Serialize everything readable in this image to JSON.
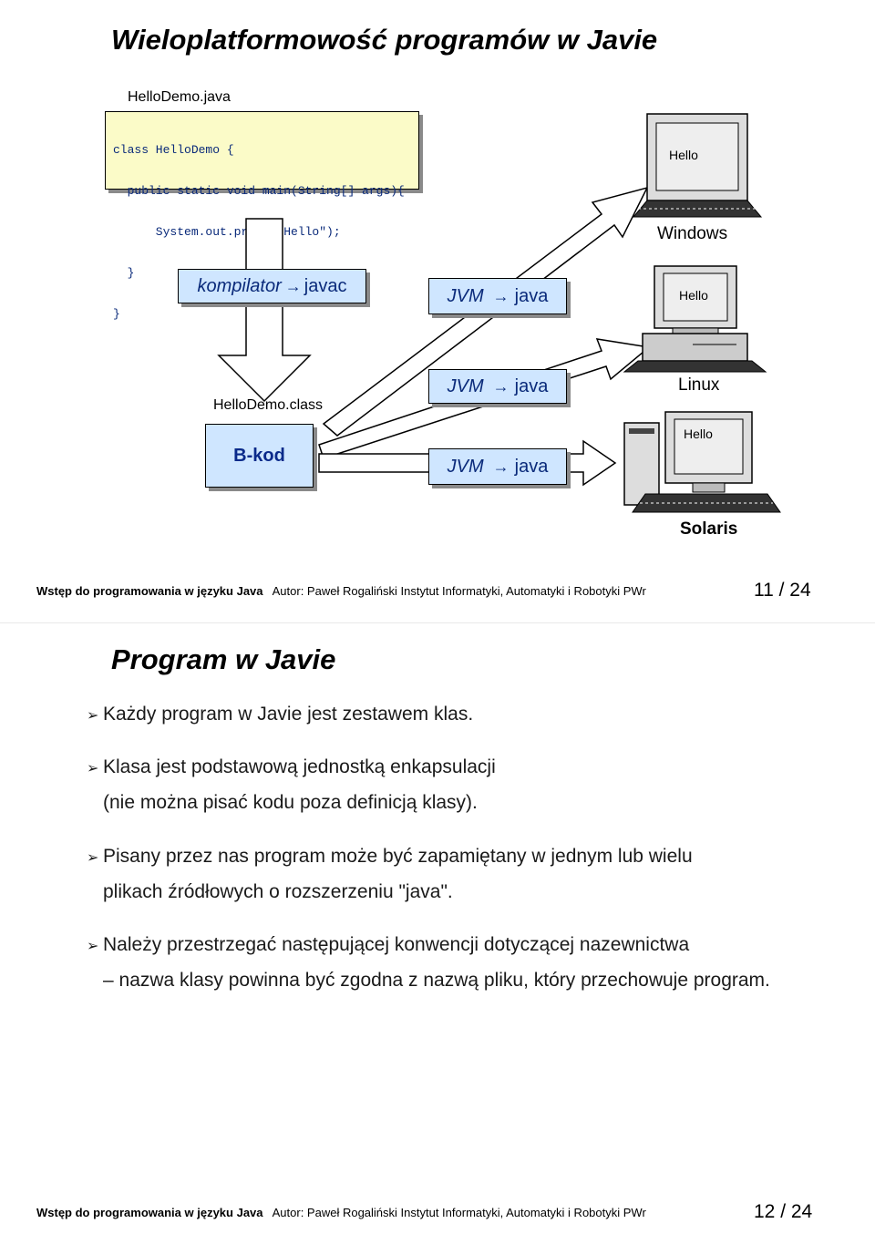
{
  "slide1": {
    "title": "Wieloplatformowość programów w Javie",
    "filename": "HelloDemo.java",
    "code": [
      "class HelloDemo {",
      "  public static void main(String[] args){",
      "      System.out.print(\"Hello\");",
      "  }",
      "}"
    ],
    "compiler": {
      "label_italic": "kompilator",
      "arrow": "→",
      "label": "javac"
    },
    "classfile": "HelloDemo.class",
    "bytecode": "B-kod",
    "jvm": [
      {
        "italic": "JVM",
        "arrow": "→",
        "label": "java"
      },
      {
        "italic": "JVM",
        "arrow": "→",
        "label": "java"
      },
      {
        "italic": "JVM",
        "arrow": "→",
        "label": "java"
      }
    ],
    "systems": [
      {
        "screen_text": "Hello",
        "name": "Windows"
      },
      {
        "screen_text": "Hello",
        "name": "Linux"
      },
      {
        "screen_text": "Hello",
        "name": "Solaris"
      }
    ],
    "footer": {
      "course": "Wstęp do programowania w języku Java",
      "author": "Autor: Paweł Rogaliński  Instytut Informatyki, Automatyki i Robotyki PWr",
      "page": "11 / 24"
    }
  },
  "slide2": {
    "title": "Program w Javie",
    "bullets": [
      {
        "lines": [
          "Każdy program w Javie jest zestawem klas."
        ]
      },
      {
        "lines": [
          "Klasa jest podstawową jednostką enkapsulacji",
          "(nie można pisać kodu poza definicją klasy)."
        ]
      },
      {
        "lines": [
          "Pisany przez nas program może być zapamiętany w  jednym lub wielu",
          "plikach źródłowych o rozszerzeniu \"java\"."
        ]
      },
      {
        "lines": [
          "Należy przestrzegać następującej konwencji dotyczącej nazewnictwa",
          "– nazwa klasy powinna być zgodna z nazwą pliku, który przechowuje program."
        ]
      }
    ],
    "footer": {
      "course": "Wstęp do programowania w języku Java",
      "author": "Autor: Paweł Rogaliński  Instytut Informatyki, Automatyki i Robotyki PWr",
      "page": "12 / 24"
    }
  },
  "colors": {
    "box_fill": "#cfe6ff",
    "code_fill": "#fbfbc8",
    "accent_text": "#0a2a7a"
  }
}
